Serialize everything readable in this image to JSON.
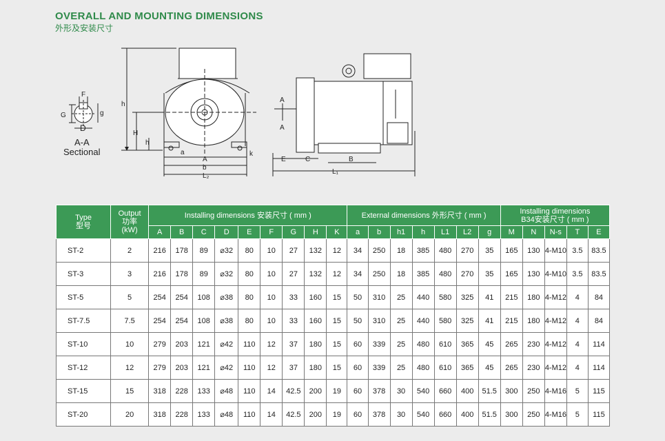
{
  "header": {
    "title": "OVERALL AND MOUNTING DIMENSIONS",
    "subtitle": "外形及安装尺寸"
  },
  "drawing": {
    "section_labels": {
      "F": "F",
      "G": "G",
      "g": "g",
      "D": "D",
      "AA": "A-A",
      "sectional": "Sectional"
    },
    "front_labels": {
      "h": "h",
      "H": "H",
      "hs": "h",
      "a": "a",
      "k": "k",
      "A": "A",
      "b": "b",
      "L2": "L₂"
    },
    "side_labels": {
      "A1": "A",
      "A2": "A",
      "E": "E",
      "C": "C",
      "B": "B",
      "L1": "L₁"
    }
  },
  "table": {
    "headers": {
      "type": [
        "Type",
        "型号"
      ],
      "output": [
        "Output",
        "功率",
        "(kW)"
      ],
      "installing": "Installing dimensions 安装尺寸 ( mm )",
      "external": "External dimensions 外形尺寸 ( mm )",
      "b34": [
        "Installing dimensions",
        "B34安装尺寸 ( mm )"
      ]
    },
    "subheaders": [
      "A",
      "B",
      "C",
      "D",
      "E",
      "F",
      "G",
      "H",
      "K",
      "a",
      "b",
      "h1",
      "h",
      "L1",
      "L2",
      "g",
      "M",
      "N",
      "N-s",
      "T",
      "E"
    ],
    "rows": [
      [
        "ST-2",
        "2",
        "216",
        "178",
        "89",
        "⌀32",
        "80",
        "10",
        "27",
        "132",
        "12",
        "34",
        "250",
        "18",
        "385",
        "480",
        "270",
        "35",
        "165",
        "130",
        "4-M10",
        "3.5",
        "83.5"
      ],
      [
        "ST-3",
        "3",
        "216",
        "178",
        "89",
        "⌀32",
        "80",
        "10",
        "27",
        "132",
        "12",
        "34",
        "250",
        "18",
        "385",
        "480",
        "270",
        "35",
        "165",
        "130",
        "4-M10",
        "3.5",
        "83.5"
      ],
      [
        "ST-5",
        "5",
        "254",
        "254",
        "108",
        "⌀38",
        "80",
        "10",
        "33",
        "160",
        "15",
        "50",
        "310",
        "25",
        "440",
        "580",
        "325",
        "41",
        "215",
        "180",
        "4-M12",
        "4",
        "84"
      ],
      [
        "ST-7.5",
        "7.5",
        "254",
        "254",
        "108",
        "⌀38",
        "80",
        "10",
        "33",
        "160",
        "15",
        "50",
        "310",
        "25",
        "440",
        "580",
        "325",
        "41",
        "215",
        "180",
        "4-M12",
        "4",
        "84"
      ],
      [
        "ST-10",
        "10",
        "279",
        "203",
        "121",
        "⌀42",
        "110",
        "12",
        "37",
        "180",
        "15",
        "60",
        "339",
        "25",
        "480",
        "610",
        "365",
        "45",
        "265",
        "230",
        "4-M12",
        "4",
        "114"
      ],
      [
        "ST-12",
        "12",
        "279",
        "203",
        "121",
        "⌀42",
        "110",
        "12",
        "37",
        "180",
        "15",
        "60",
        "339",
        "25",
        "480",
        "610",
        "365",
        "45",
        "265",
        "230",
        "4-M12",
        "4",
        "114"
      ],
      [
        "ST-15",
        "15",
        "318",
        "228",
        "133",
        "⌀48",
        "110",
        "14",
        "42.5",
        "200",
        "19",
        "60",
        "378",
        "30",
        "540",
        "660",
        "400",
        "51.5",
        "300",
        "250",
        "4-M16",
        "5",
        "115"
      ],
      [
        "ST-20",
        "20",
        "318",
        "228",
        "133",
        "⌀48",
        "110",
        "14",
        "42.5",
        "200",
        "19",
        "60",
        "378",
        "30",
        "540",
        "660",
        "400",
        "51.5",
        "300",
        "250",
        "4-M16",
        "5",
        "115"
      ]
    ]
  }
}
